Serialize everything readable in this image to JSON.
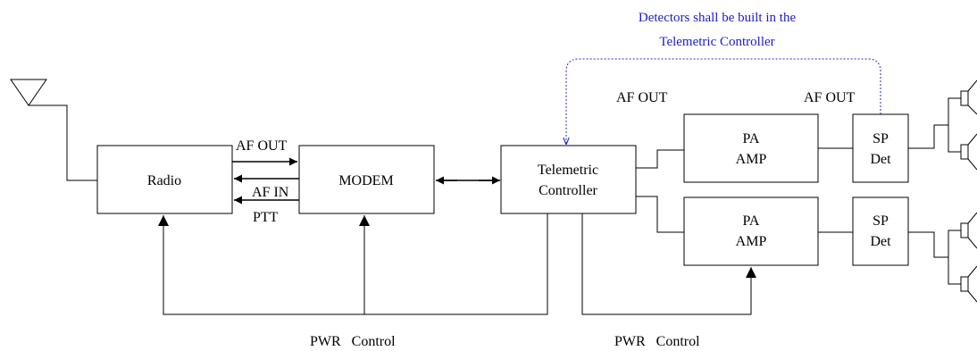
{
  "annotation": {
    "line1": "Detectors shall be built in the",
    "line2": "Telemetric Controller",
    "color": "#1a1ad6"
  },
  "blocks": {
    "radio": "Radio",
    "modem": "MODEM",
    "telemetric_line1": "Telemetric",
    "telemetric_line2": "Controller",
    "pa_line1": "PA",
    "pa_line2": "AMP",
    "sp_line1": "SP",
    "sp_line2": "Det"
  },
  "signals": {
    "af_out": "AF OUT",
    "af_in": "AF IN",
    "ptt": "PTT",
    "pwr_control": "PWR   Control"
  },
  "icons": {
    "antenna": "antenna-icon",
    "speaker": "speaker-icon"
  }
}
